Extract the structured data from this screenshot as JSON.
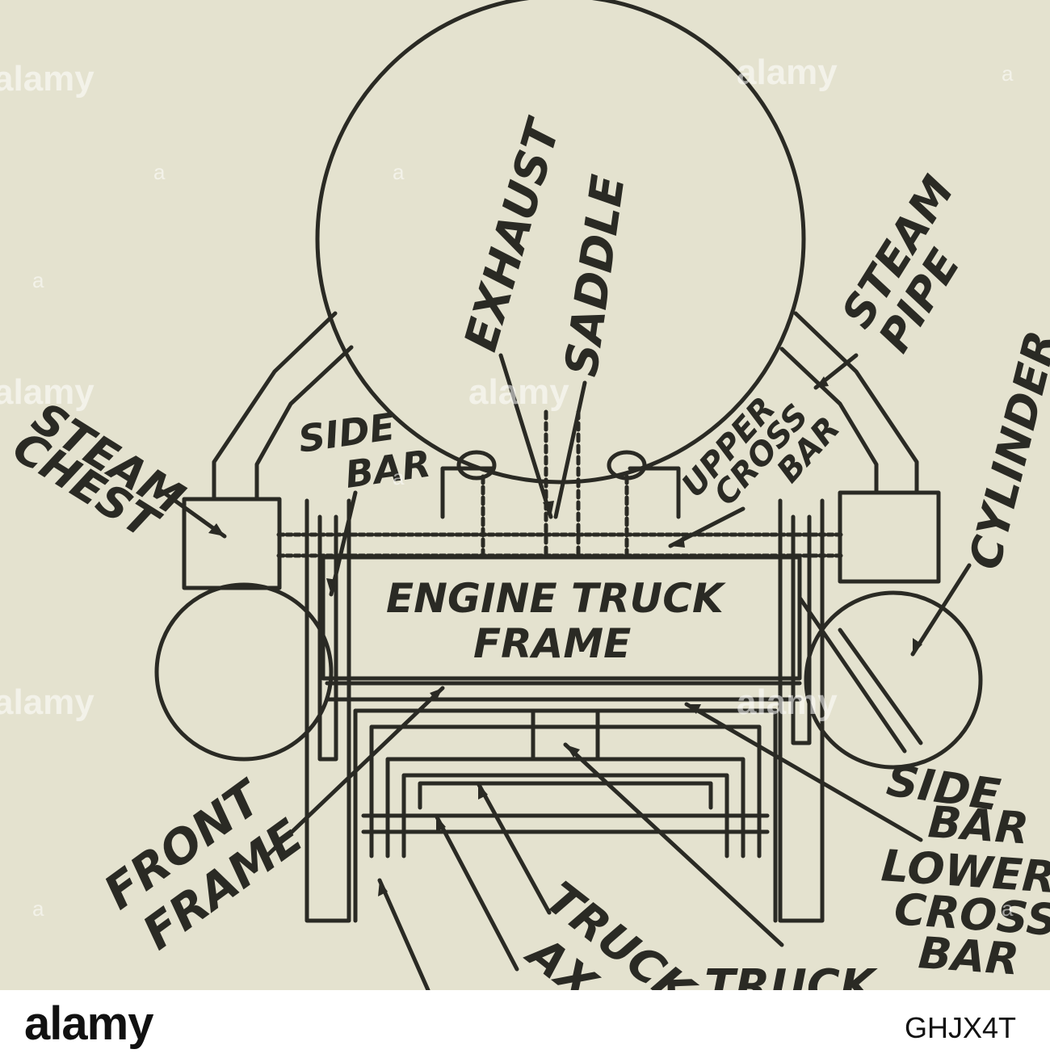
{
  "diagram": {
    "labels": {
      "exhaust": "EXHAUST",
      "saddle": "SADDLE",
      "steam_pipe_1": "STEAM",
      "steam_pipe_2": "PIPE",
      "cylinder": "CYLINDER",
      "steam_chest_1": "STEAM",
      "steam_chest_2": "CHEST",
      "side_bar_top_1": "SIDE",
      "side_bar_top_2": "BAR",
      "upper_cross_1": "UPPER",
      "upper_cross_2": "CROSS",
      "upper_cross_3": "BAR",
      "engine_truck_1": "ENGINE TRUCK",
      "engine_truck_2": "FRAME",
      "side_bar_right_1": "SIDE",
      "side_bar_right_2": "BAR",
      "lower_cross_1": "LOWER",
      "lower_cross_2": "CROSS",
      "lower_cross_3": "BAR",
      "front_frame_1": "FRONT",
      "front_frame_2": "FRAME",
      "truck_axle_1": "TRUCK",
      "truck_axle_2": "AX",
      "truck_cut": "TRUCK"
    }
  },
  "watermark": {
    "brand": "alamy",
    "mark": "a"
  },
  "footer": {
    "brand": "alamy",
    "image_code": "GHJX4T"
  }
}
